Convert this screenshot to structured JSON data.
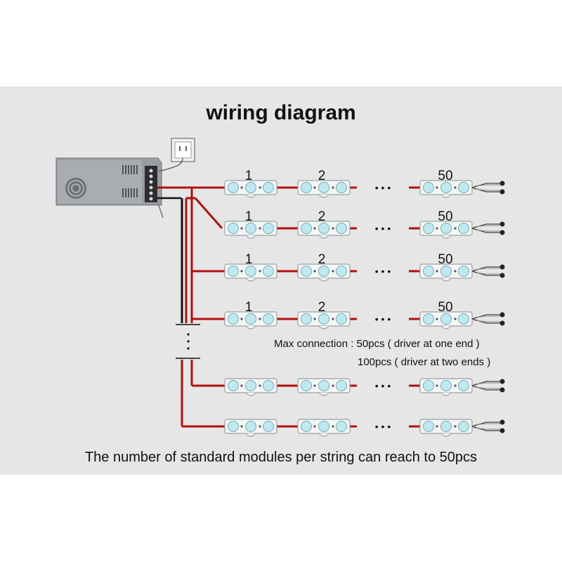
{
  "title": "wiring diagram",
  "module_labels": [
    "1",
    "2",
    "50"
  ],
  "dots": "• • •",
  "note_line1": "Max connection : 50pcs ( driver at one end )",
  "note_line2": "100pcs ( driver at two ends )",
  "caption": "The number of standard modules per string can reach to 50pcs",
  "strings": [
    {
      "labeled": true
    },
    {
      "labeled": true
    },
    {
      "labeled": true
    },
    {
      "labeled": true
    },
    {
      "labeled": false
    },
    {
      "labeled": false
    }
  ],
  "colors": {
    "panel": "#e6e6e6",
    "wire_red": "#b01010",
    "wire_black": "#111111",
    "module": "#f4f6f6",
    "led": "#bfe9f0"
  }
}
